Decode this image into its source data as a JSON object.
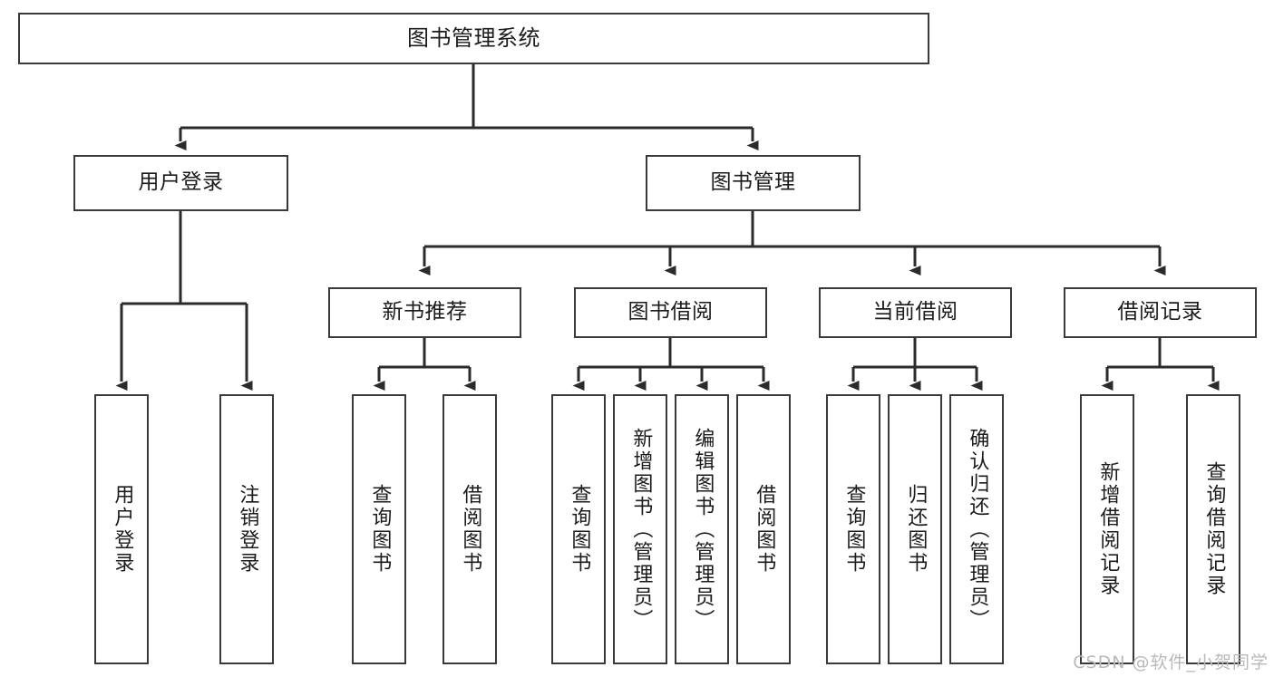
{
  "diagram": {
    "title": "图书管理系统",
    "type": "tree-hierarchy-flowchart",
    "watermark": "CSDN @软件_小贺同学",
    "colors": {
      "background": "#ffffff",
      "box_border": "#3a3a3a",
      "box_fill": "#ffffff",
      "connector": "#2b2b2b",
      "text": "#1b1b1b",
      "watermark": "#b9b9b9"
    },
    "nodes": {
      "root": {
        "id": "root",
        "label": "图书管理系统",
        "orientation": "horizontal",
        "level": 0
      },
      "level1": [
        {
          "id": "user-login",
          "label": "用户登录",
          "orientation": "horizontal",
          "level": 1
        },
        {
          "id": "book-manage",
          "label": "图书管理",
          "orientation": "horizontal",
          "level": 1
        }
      ],
      "level2": [
        {
          "id": "new-book-rec",
          "label": "新书推荐",
          "orientation": "horizontal",
          "level": 2,
          "parent": "book-manage"
        },
        {
          "id": "book-borrow",
          "label": "图书借阅",
          "orientation": "horizontal",
          "level": 2,
          "parent": "book-manage"
        },
        {
          "id": "current-borrow",
          "label": "当前借阅",
          "orientation": "horizontal",
          "level": 2,
          "parent": "book-manage"
        },
        {
          "id": "borrow-record",
          "label": "借阅记录",
          "orientation": "horizontal",
          "level": 2,
          "parent": "book-manage"
        }
      ],
      "leaves": [
        {
          "id": "leaf-user-login",
          "label": "用户登录",
          "orientation": "vertical",
          "parent": "user-login"
        },
        {
          "id": "leaf-logout",
          "label": "注销登录",
          "orientation": "vertical",
          "parent": "user-login"
        },
        {
          "id": "leaf-query-book-1",
          "label": "查询图书",
          "orientation": "vertical",
          "parent": "new-book-rec"
        },
        {
          "id": "leaf-borrow-book-1",
          "label": "借阅图书",
          "orientation": "vertical",
          "parent": "new-book-rec"
        },
        {
          "id": "leaf-query-book-2",
          "label": "查询图书",
          "orientation": "vertical",
          "parent": "book-borrow"
        },
        {
          "id": "leaf-add-book",
          "label": "新增图书（管理员）",
          "orientation": "vertical",
          "parent": "book-borrow"
        },
        {
          "id": "leaf-edit-book",
          "label": "编辑图书（管理员）",
          "orientation": "vertical",
          "parent": "book-borrow"
        },
        {
          "id": "leaf-borrow-book-2",
          "label": "借阅图书",
          "orientation": "vertical",
          "parent": "book-borrow"
        },
        {
          "id": "leaf-query-book-3",
          "label": "查询图书",
          "orientation": "vertical",
          "parent": "current-borrow"
        },
        {
          "id": "leaf-return-book",
          "label": "归还图书",
          "orientation": "vertical",
          "parent": "current-borrow"
        },
        {
          "id": "leaf-confirm-return",
          "label": "确认归还（管理员）",
          "orientation": "vertical",
          "parent": "current-borrow"
        },
        {
          "id": "leaf-add-record",
          "label": "新增借阅记录",
          "orientation": "vertical",
          "parent": "borrow-record"
        },
        {
          "id": "leaf-query-record",
          "label": "查询借阅记录",
          "orientation": "vertical",
          "parent": "borrow-record"
        }
      ]
    }
  }
}
